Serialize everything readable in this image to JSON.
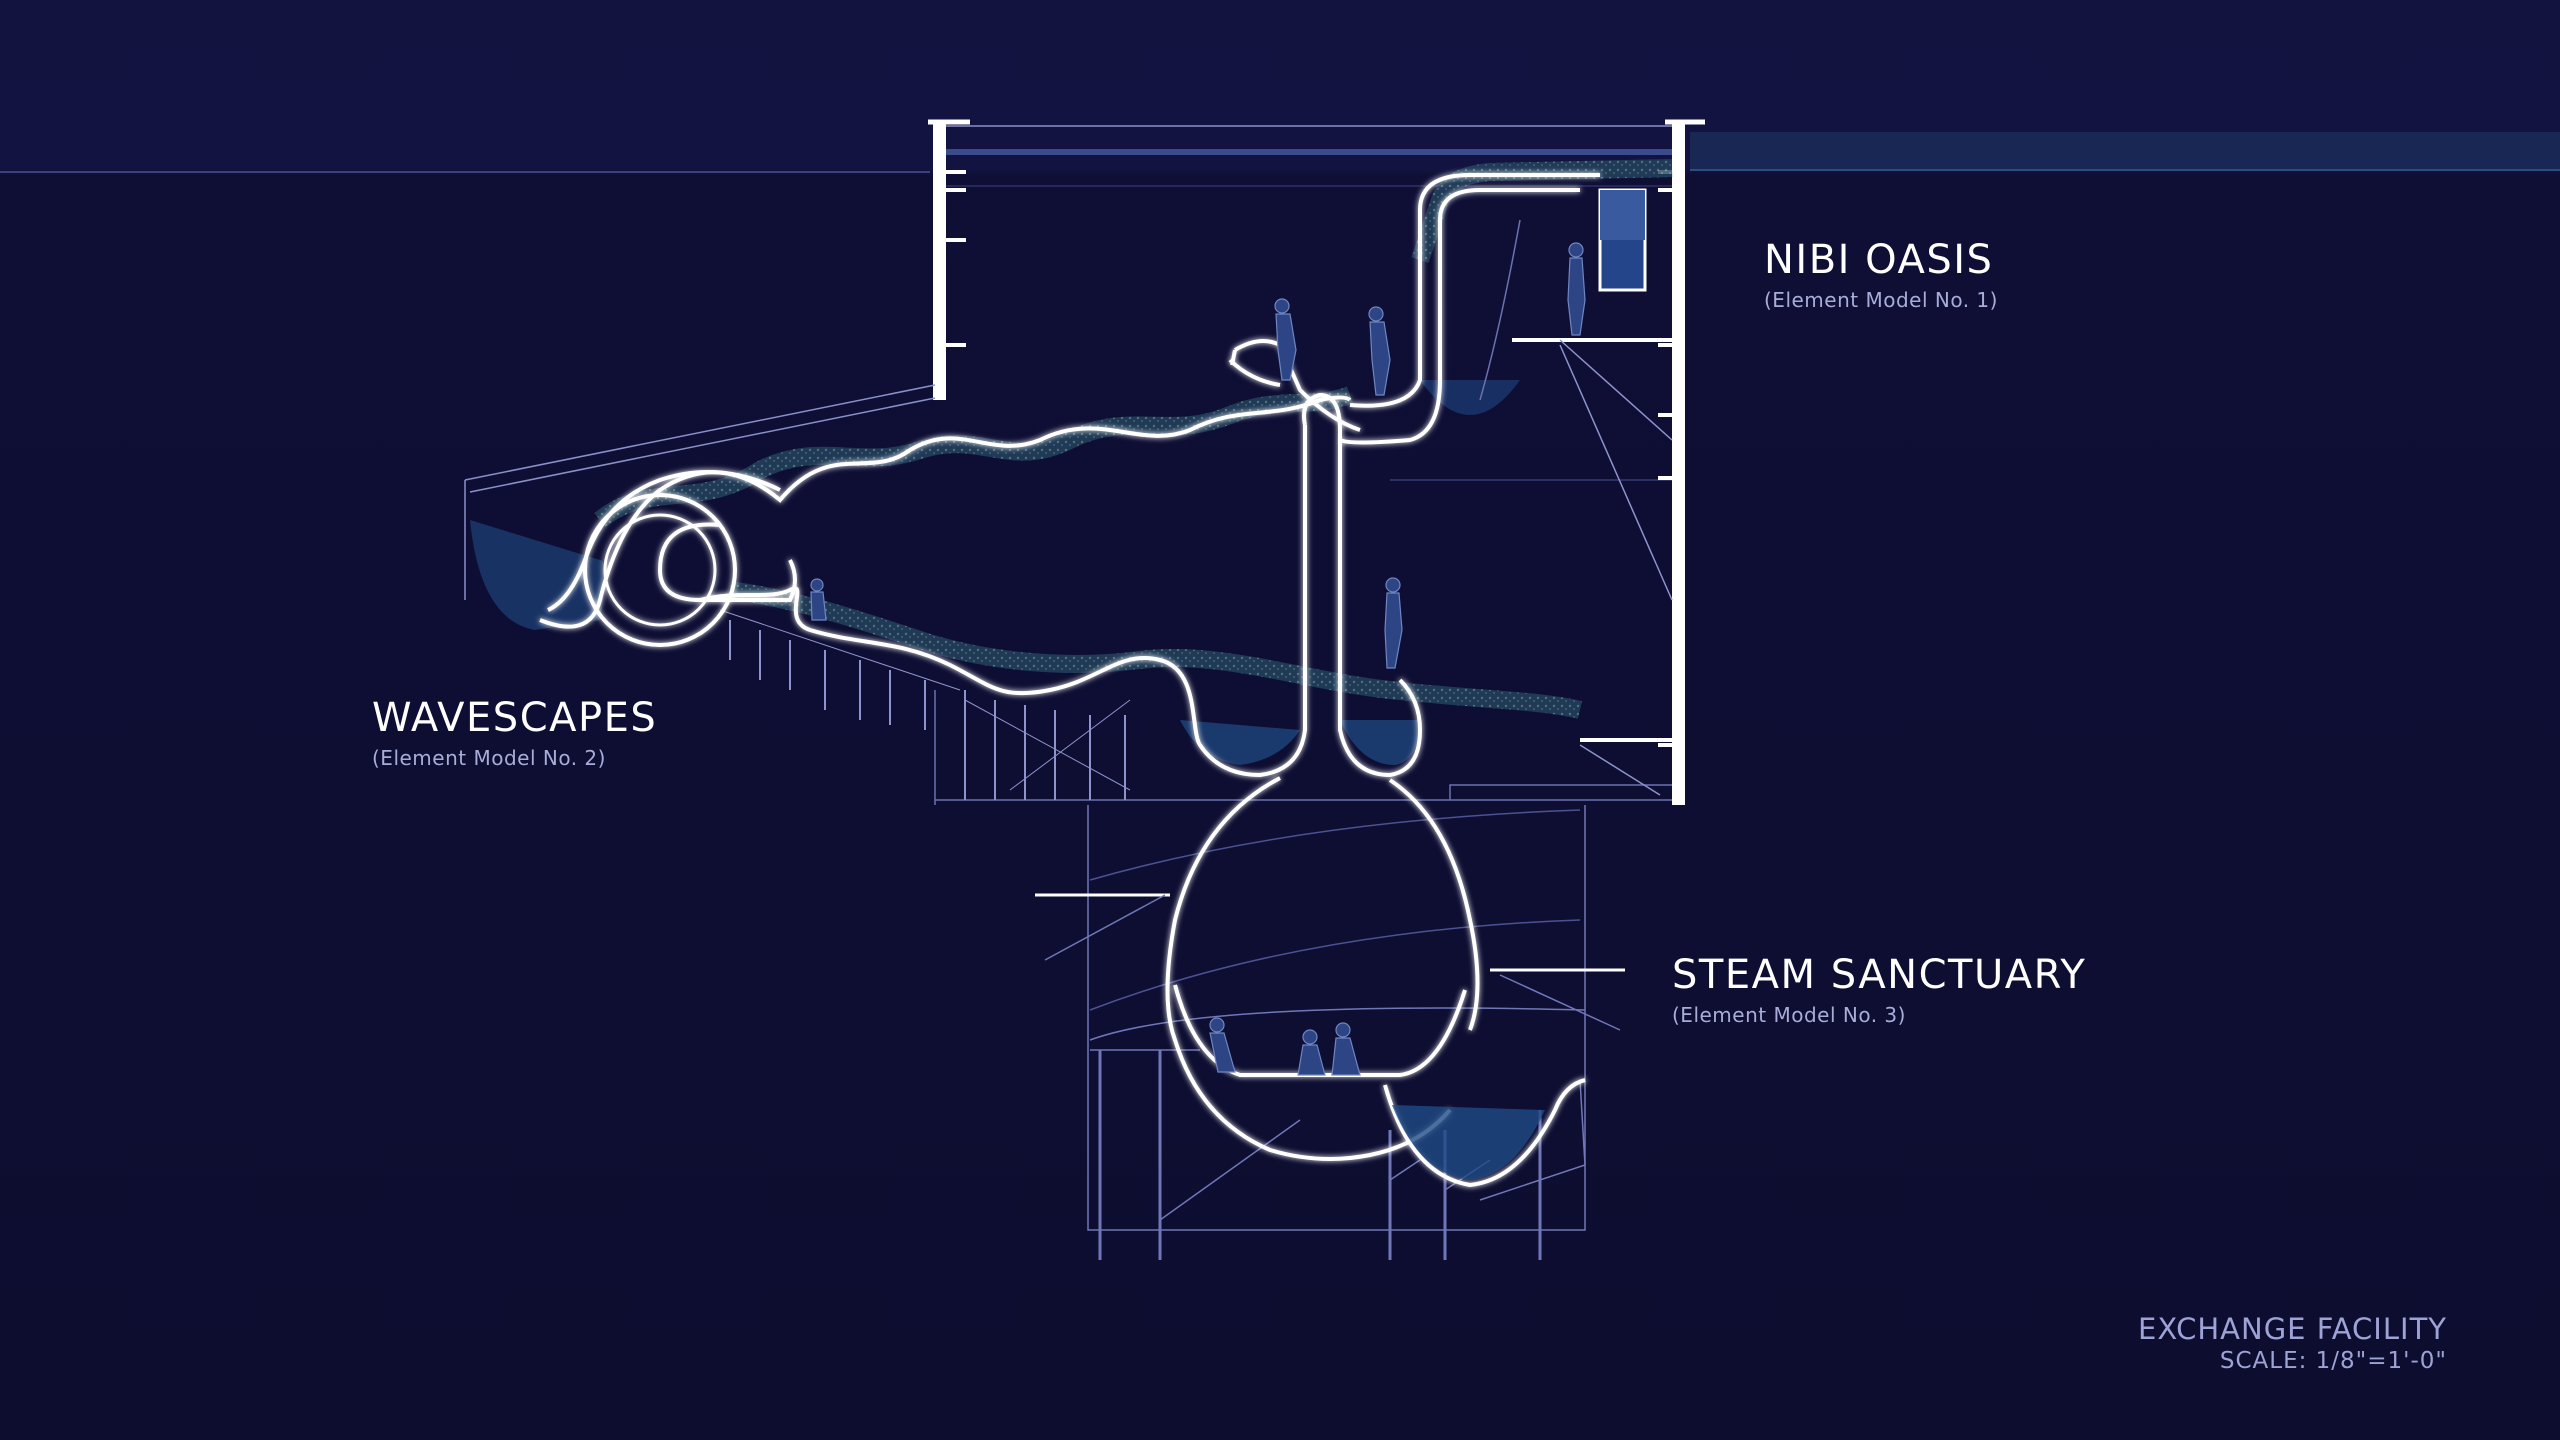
{
  "zones": [
    {
      "key": "nibi",
      "title": "NIBI OASIS",
      "subtitle": "(Element Model No. 1)"
    },
    {
      "key": "wave",
      "title": "WAVESCAPES",
      "subtitle": "(Element Model No. 2)"
    },
    {
      "key": "steam",
      "title": "STEAM SANCTUARY",
      "subtitle": "(Element Model No. 3)"
    }
  ],
  "facility": {
    "name": "EXCHANGE FACILITY",
    "scale": "SCALE: 1/8\"=1'-0\""
  },
  "colors": {
    "background": "#0e0e33",
    "linework": "#ffffff",
    "water": "#1f4f8a",
    "foliage": "#3f6e76",
    "thin_line": "#5a5f9c"
  }
}
